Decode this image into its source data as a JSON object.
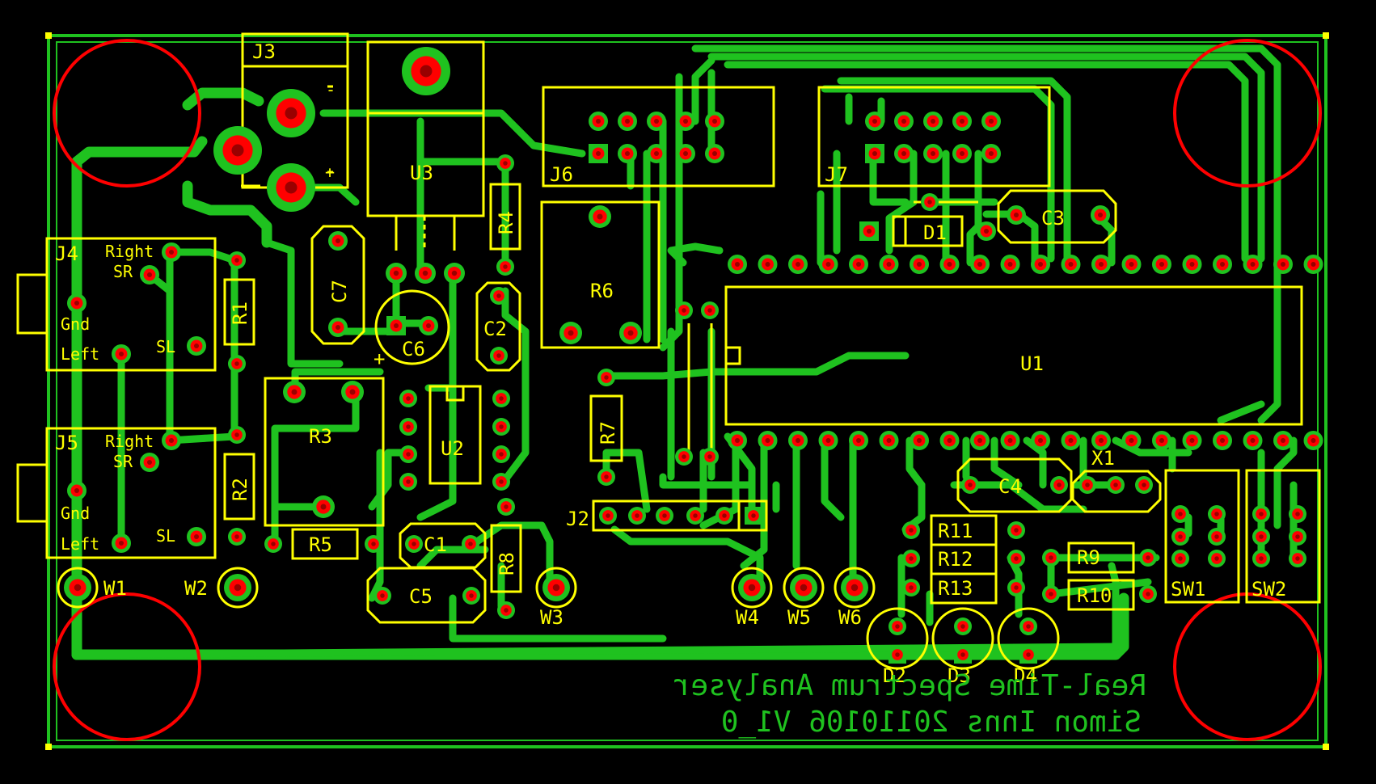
{
  "board": {
    "background": "#000000",
    "trace_color": "#1fc21f",
    "silk_color": "#ffff00",
    "pad_color": "#ff0000"
  },
  "labels": {
    "J3": "J3",
    "J3_minus": "-",
    "J3_plus": "+",
    "U3": "U3",
    "R4": "R4",
    "J6": "J6",
    "J7": "J7",
    "R6": "R6",
    "D1": "D1",
    "C3": "C3",
    "J4": "J4",
    "J4_right": "Right",
    "J4_sr": "SR",
    "J4_gnd": "Gnd",
    "J4_sl": "SL",
    "J4_left": "Left",
    "J5": "J5",
    "J5_right": "Right",
    "J5_sr": "SR",
    "J5_gnd": "Gnd",
    "J5_sl": "SL",
    "J5_left": "Left",
    "R1": "R1",
    "R2": "R2",
    "C7": "C7",
    "C6": "C6",
    "C6_plus": "+",
    "C2": "C2",
    "R3": "R3",
    "U2": "U2",
    "R7": "R7",
    "U1": "U1",
    "J2": "J2",
    "R5": "R5",
    "C1": "C1",
    "R8": "R8",
    "C5": "C5",
    "C4": "C4",
    "X1": "X1",
    "R11": "R11",
    "R12": "R12",
    "R13": "R13",
    "R9": "R9",
    "R10": "R10",
    "SW1": "SW1",
    "SW2": "SW2",
    "W1": "W1",
    "W2": "W2",
    "W3": "W3",
    "W4": "W4",
    "W5": "W5",
    "W6": "W6",
    "D2": "D2",
    "D3": "D3",
    "D4": "D4"
  },
  "copper_text": {
    "line1": "Real-Time Spectrum Analyser",
    "line2": "Simon Inns 20110106 V1_0"
  }
}
